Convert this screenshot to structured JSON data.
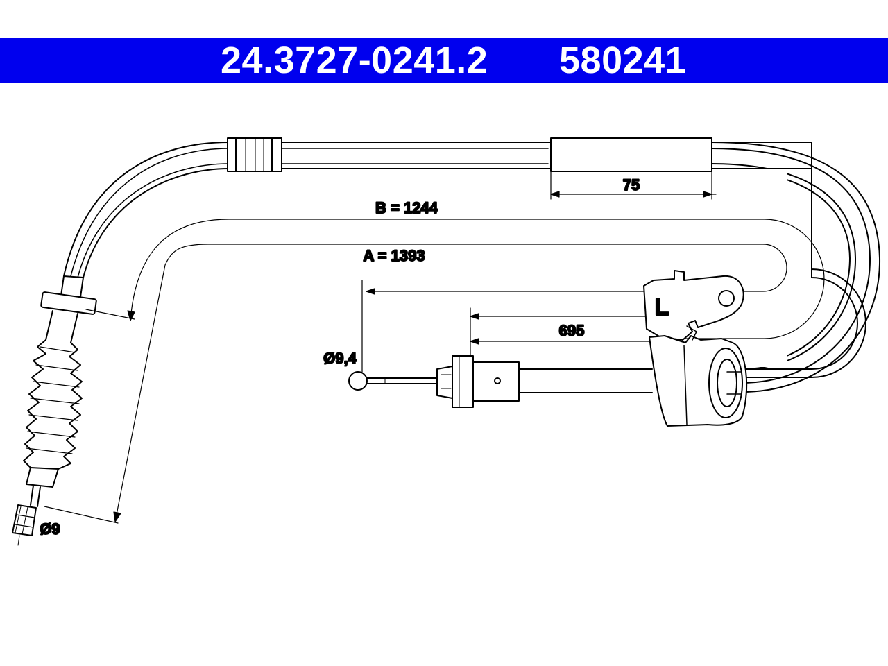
{
  "header": {
    "part_number": "24.3727-0241.2",
    "ref_number": "580241",
    "background": "#0000ee",
    "text_color": "#ffffff"
  },
  "dimensions": {
    "length_b": "B = 1244",
    "length_a": "A = 1393",
    "sleeve": "75",
    "inner": "695",
    "ball_diameter": "Ø9,4",
    "end_diameter": "Ø9",
    "side_mark": "L"
  }
}
